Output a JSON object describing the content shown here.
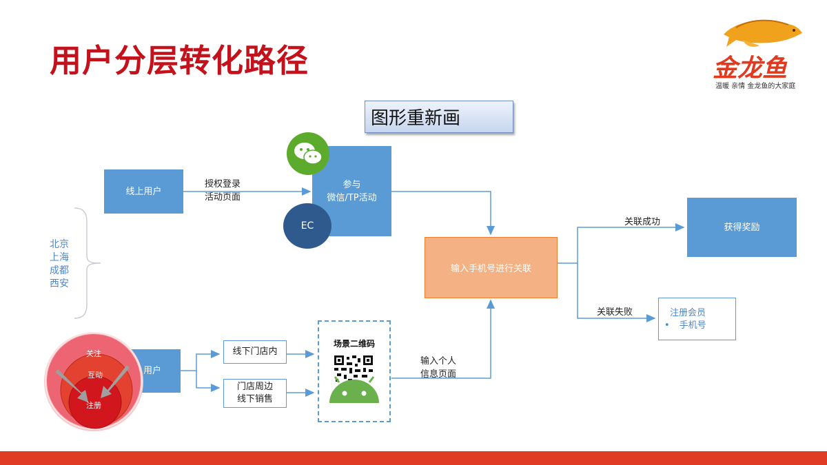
{
  "title": "用户分层转化路径",
  "logo": {
    "name": "金龙鱼",
    "slogan": "温暖 亲情 金龙鱼的大家庭"
  },
  "redo_note": "图形重新画",
  "cities": [
    "北京",
    "上海",
    "成都",
    "西安"
  ],
  "nodes": {
    "online_user": "线上用户",
    "offline_user": "用户",
    "participate_line1": "参与",
    "participate_line2": "微信/TP活动",
    "ec": "EC",
    "input_phone": "输入手机号进行关联",
    "get_reward": "获得奖励",
    "offline_store": "线下门店内",
    "store_nearby_line1": "门店周边",
    "store_nearby_line2": "线下销售",
    "scene_qr": "场景二维码",
    "register_member": "注册会员",
    "register_bullet": "手机号"
  },
  "edge_labels": {
    "auth_login_line1": "授权登录",
    "auth_login_line2": "活动页面",
    "link_success": "关联成功",
    "link_fail": "关联失败",
    "input_info_line1": "输入个人",
    "input_info_line2": "信息页面"
  },
  "funnel": {
    "outer": "关注",
    "middle": "互动",
    "inner": "注册"
  },
  "colors": {
    "title_red": "#c3121c",
    "box_blue": "#5b9bd5",
    "box_orange": "#f4b183",
    "wechat_green": "#5dab2c",
    "ec_navy": "#2f5a8e",
    "bottom_bar": "#e03b24"
  }
}
